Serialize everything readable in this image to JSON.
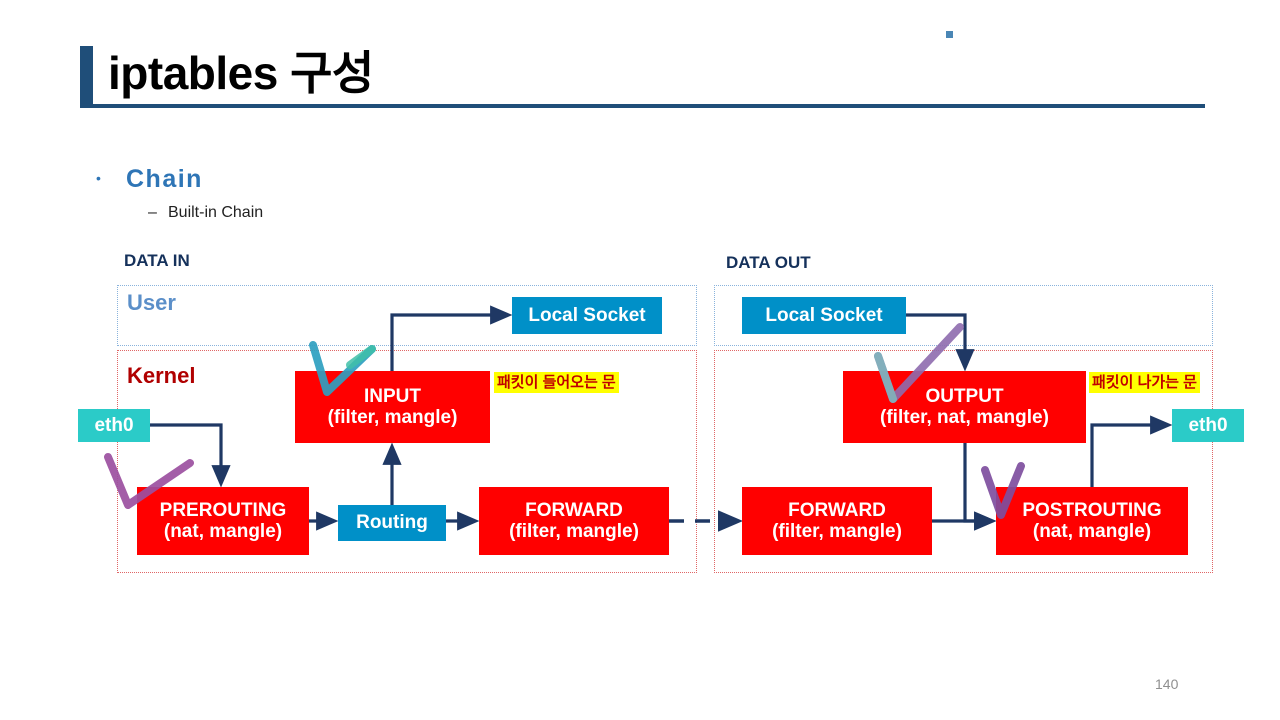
{
  "slide": {
    "title": "iptables 구성",
    "page_number": "140",
    "accent_color": "#1F4E79",
    "bullet_marker": "•",
    "sub_bullet_marker": "–"
  },
  "outline": {
    "bullet_1": "Chain",
    "bullet_2": "Built-in Chain"
  },
  "sections": {
    "data_in": "DATA IN",
    "data_out": "DATA OUT",
    "user": "User",
    "kernel": "Kernel"
  },
  "boxes": {
    "eth0_left": "eth0",
    "eth0_right": "eth0",
    "local_socket_left": "Local Socket",
    "local_socket_right": "Local Socket",
    "routing": "Routing",
    "input_title": "INPUT",
    "input_tables": "(filter, mangle)",
    "output_title": "OUTPUT",
    "output_tables": "(filter, nat, mangle)",
    "prerouting_title": "PREROUTING",
    "prerouting_tables": "(nat, mangle)",
    "postrouting_title": "POSTROUTING",
    "postrouting_tables": "(nat, mangle)",
    "forward_left_title": "FORWARD",
    "forward_left_tables": "(filter, mangle)",
    "forward_right_title": "FORWARD",
    "forward_right_tables": "(filter, mangle)"
  },
  "notes": {
    "packet_in": "패킷이 들어오는 문",
    "packet_out": "패킷이 나가는 문",
    "highlight_color": "#FFFF00",
    "note_text_color": "#C00000"
  },
  "colors": {
    "chain_box": "#FF0000",
    "socket_box": "#0090C8",
    "interface_box": "#2BCBC8",
    "arrow": "#1F3864",
    "user_label": "#5B8FC9",
    "kernel_label": "#B00000",
    "heading": "#2E75B6"
  }
}
